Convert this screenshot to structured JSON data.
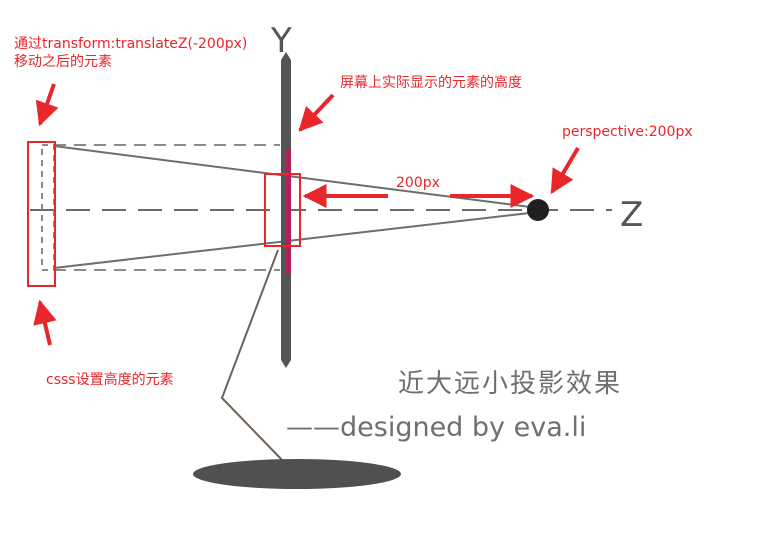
{
  "axis_labels": {
    "y": "Y",
    "z": "Z"
  },
  "annotations": {
    "translated_element_line1": "通过transform:translateZ(-200px)",
    "translated_element_line2": "移动之后的元素",
    "screen_height": "屏幕上实际显示的元素的高度",
    "perspective": "perspective:200px",
    "distance": "200px",
    "css_height": "csss设置高度的元素"
  },
  "caption": {
    "title": "近大远小投影效果",
    "credit": "——designed by eva.li"
  },
  "colors": {
    "annotation_red": "#e8262b",
    "screen_gray": "#555555",
    "projection_band": "#b0205a",
    "shadow": "#505050",
    "caption_gray": "#6f6f6f"
  }
}
